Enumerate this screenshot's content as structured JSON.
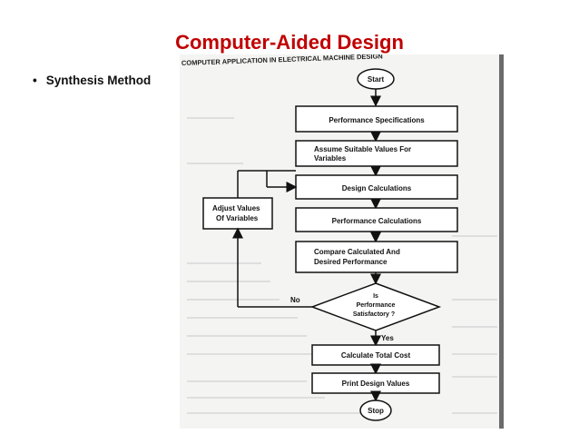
{
  "slide": {
    "title": "Computer-Aided Design",
    "bullet": "Synthesis Method"
  },
  "scan": {
    "header": "COMPUTER APPLICATION IN ELECTRICAL MACHINE DESIGN",
    "nodes": {
      "start": "Start",
      "performance_specs": "Performance Specifications",
      "assume_line1": "Assume Suitable Values For",
      "assume_line2": "Variables",
      "design_calcs": "Design Calculations",
      "adjust_line1": "Adjust Values",
      "adjust_line2": "Of Variables",
      "perf_calcs": "Performance Calculations",
      "compare_line1": "Compare Calculated And",
      "compare_line2": "Desired Performance",
      "decision_line1": "Is",
      "decision_line2": "Performance",
      "decision_line3": "Satisfactory ?",
      "no_label": "No",
      "yes_label": "Yes",
      "total_cost": "Calculate Total Cost",
      "print_values": "Print Design Values",
      "stop": "Stop"
    }
  }
}
